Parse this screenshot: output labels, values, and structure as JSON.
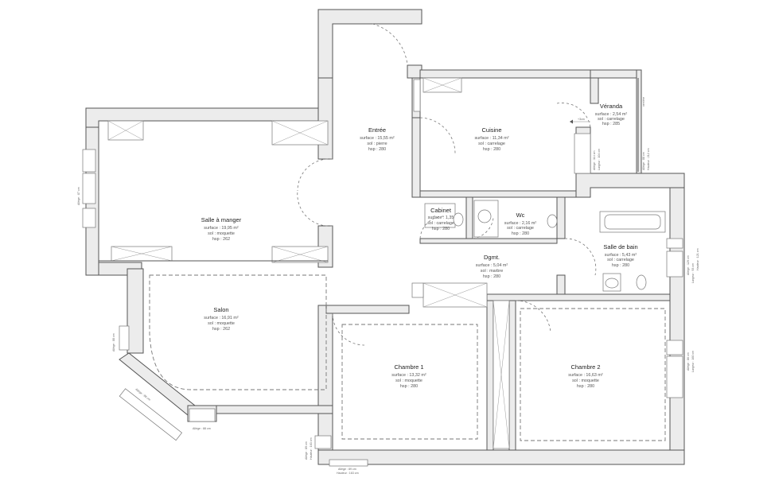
{
  "rooms": {
    "entree": {
      "name": "Entrée",
      "surface": "surface : 15,55 m²",
      "sol": "sol : pierre",
      "hsp": "hsp : 280"
    },
    "cuisine": {
      "name": "Cuisine",
      "surface": "surface : 11,34 m²",
      "sol": "sol : carrelage",
      "hsp": "hsp : 280"
    },
    "veranda": {
      "name": "Véranda",
      "surface": "surface : 2,54 m²",
      "sol": "sol : carrelage",
      "hsp": "hsp : 285"
    },
    "salle_a_manger": {
      "name": "Salle à manger",
      "surface": "surface : 19,95 m²",
      "sol": "sol : moquette",
      "hsp": "hsp : 262"
    },
    "cabinet": {
      "name": "Cabinet",
      "surface": "surface : 1,35",
      "sol": "sol : carrelage",
      "hsp": "hsp : 280"
    },
    "wc": {
      "name": "Wc",
      "surface": "surface : 2,16 m²",
      "sol": "sol : carrelage",
      "hsp": "hsp : 280"
    },
    "salle_de_bain": {
      "name": "Salle de bain",
      "surface": "surface : 5,43 m²",
      "sol": "sol : carrelage",
      "hsp": "hsp : 280"
    },
    "dgmt": {
      "name": "Dgmt.",
      "surface": "surface : 5,04 m²",
      "sol": "sol : marbre",
      "hsp": "hsp : 280"
    },
    "salon": {
      "name": "Salon",
      "surface": "surface : 16,91 m²",
      "sol": "sol : moquette",
      "hsp": "hsp : 262"
    },
    "chambre1": {
      "name": "Chambre 1",
      "surface": "surface : 13,32 m²",
      "sol": "sol : moquette",
      "hsp": "hsp : 280"
    },
    "chambre2": {
      "name": "Chambre 2",
      "surface": "surface : 16,63 m²",
      "sol": "sol : moquette",
      "hsp": "hsp : 280"
    }
  },
  "annotations": {
    "allege_sam": "Allège : 87 cm",
    "allege_salon": "Allège : 88 cm",
    "allege_bay": "Allège : 88 cm",
    "allege_bottom_salon": "Allège : 88 cm",
    "allege_ch1_side": "Allège : 89 cm",
    "hauteur_ch1_side": "Hauteur : 163 cm",
    "allege_ch1_bottom": "Allège : 89 cm",
    "hauteur_ch1_bottom": "Hauteur : 163 cm",
    "veranda_allege": "Allège : 114 cm",
    "veranda_largeur": "Largeur : 104 cm",
    "veranda_allege2": "Allège : 88 cm",
    "veranda_hauteur": "Hauteur : 212 cm",
    "veranda_verriere": "verrière",
    "sdb_allege": "Allège : 129 cm",
    "sdb_largeur": "Largeur : 93 cm",
    "sdb_hauteur": "Hauteur : 121 cm",
    "ch2_allege": "Allège : 86 cm",
    "ch2_largeur": "Largeur : 160 cm",
    "step": "+3cm"
  }
}
